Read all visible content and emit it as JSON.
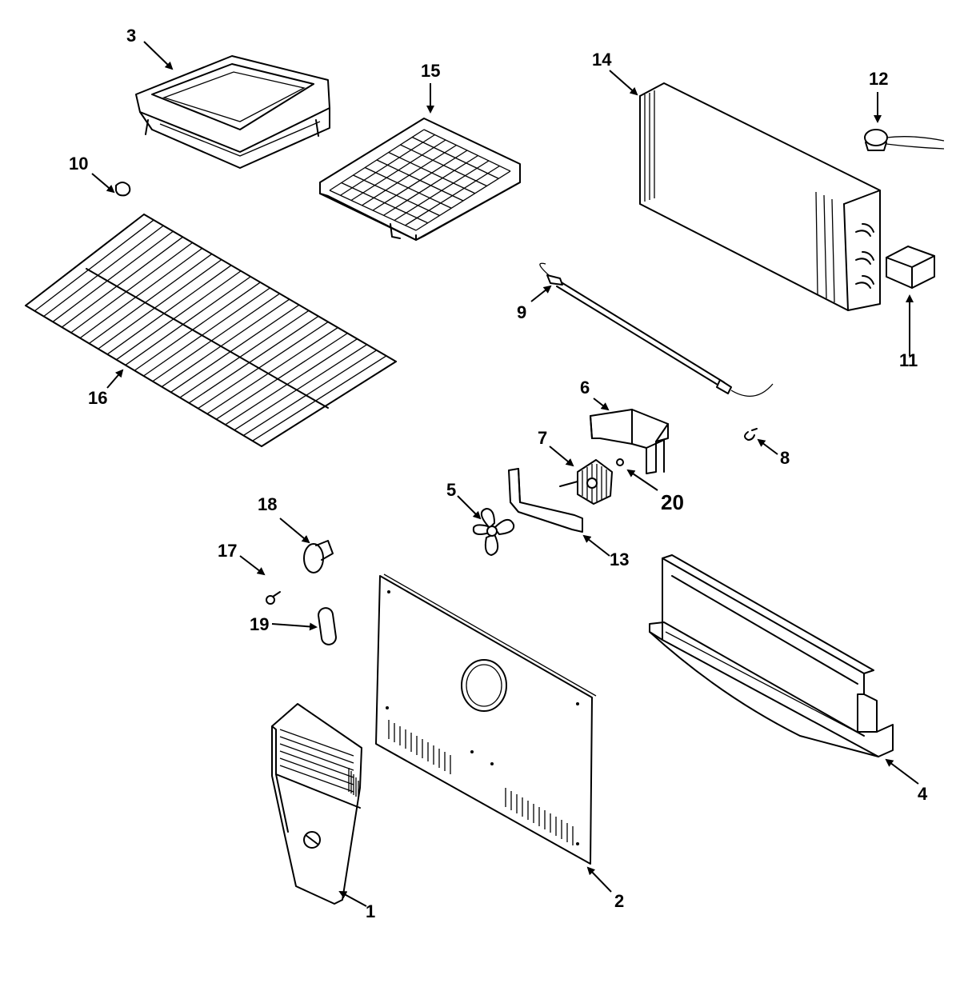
{
  "callouts": {
    "p1": "1",
    "p2": "2",
    "p3": "3",
    "p4": "4",
    "p5": "5",
    "p6": "6",
    "p7": "7",
    "p8": "8",
    "p9": "9",
    "p10": "10",
    "p11": "11",
    "p12": "12",
    "p13": "13",
    "p14": "14",
    "p15": "15",
    "p16": "16",
    "p17": "17",
    "p18": "18",
    "p19": "19",
    "p20": "20"
  }
}
